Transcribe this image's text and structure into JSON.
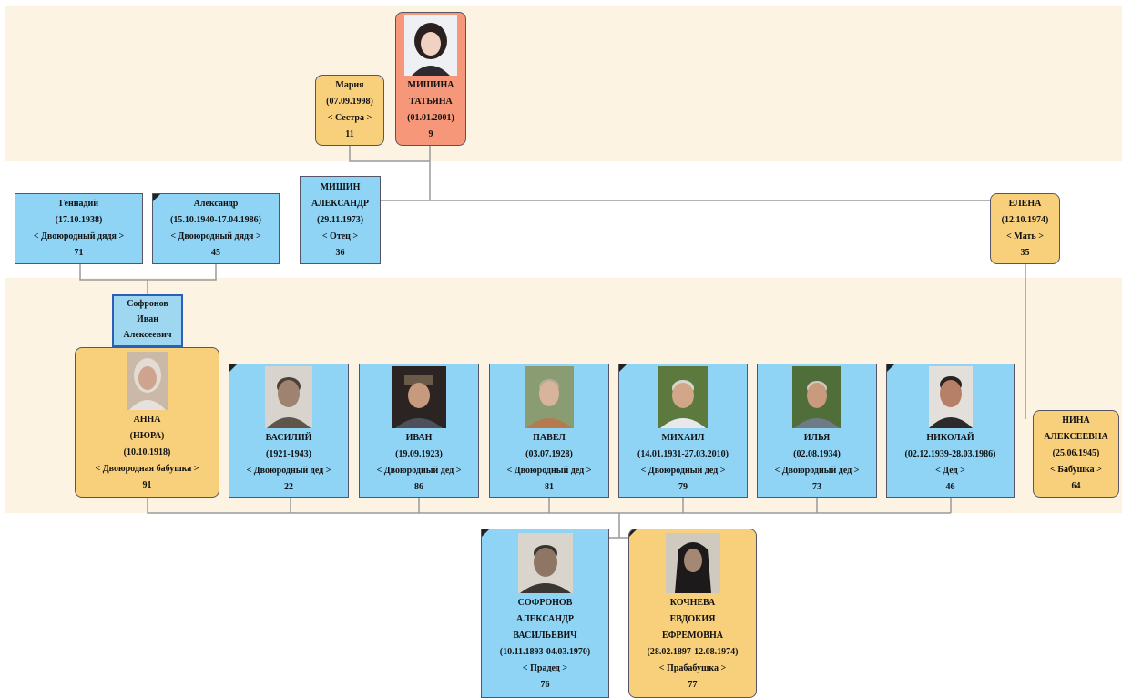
{
  "tree": {
    "people": {
      "maria": {
        "lines": [
          "Мария",
          "(07.09.1998)"
        ],
        "relation": "< Сестра >",
        "number": "11"
      },
      "tatyana": {
        "lines": [
          "МИШИНА",
          "ТАТЬЯНА",
          "(01.01.2001)"
        ],
        "relation": "",
        "number": "9"
      },
      "gennadiy": {
        "lines": [
          "Геннадий",
          "(17.10.1938)"
        ],
        "relation": "< Двоюродный дядя >",
        "number": "71"
      },
      "aleksandr": {
        "lines": [
          "Александр",
          "(15.10.1940-17.04.1986)"
        ],
        "relation": "< Двоюродный дядя >",
        "number": "45"
      },
      "mishin": {
        "lines": [
          "МИШИН",
          "АЛЕКСАНДР",
          "(29.11.1973)"
        ],
        "relation": "< Отец >",
        "number": "36"
      },
      "elena": {
        "lines": [
          "ЕЛЕНА",
          "(12.10.1974)"
        ],
        "relation": "< Мать >",
        "number": "35"
      },
      "sofronov_ivan": {
        "lines": [
          "Софронов",
          "Иван",
          "Алексеевич"
        ],
        "relation": "",
        "number": ""
      },
      "anna": {
        "lines": [
          "АННА",
          "(НЮРА)",
          "(10.10.1918)"
        ],
        "relation": "< Двоюродная бабушка >",
        "number": "91"
      },
      "vasiliy": {
        "lines": [
          "ВАСИЛИЙ",
          "(1921-1943)"
        ],
        "relation": "< Двоюродный дед >",
        "number": "22"
      },
      "ivan": {
        "lines": [
          "ИВАН",
          "(19.09.1923)"
        ],
        "relation": "< Двоюродный дед >",
        "number": "86"
      },
      "pavel": {
        "lines": [
          "ПАВЕЛ",
          "(03.07.1928)"
        ],
        "relation": "< Двоюродный дед >",
        "number": "81"
      },
      "mikhail": {
        "lines": [
          "МИХАИЛ",
          "(14.01.1931-27.03.2010)"
        ],
        "relation": "< Двоюродный дед >",
        "number": "79"
      },
      "ilya": {
        "lines": [
          "ИЛЬЯ",
          "(02.08.1934)"
        ],
        "relation": "< Двоюродный дед >",
        "number": "73"
      },
      "nikolay": {
        "lines": [
          "НИКОЛАЙ",
          "(02.12.1939-28.03.1986)"
        ],
        "relation": "< Дед >",
        "number": "46"
      },
      "nina": {
        "lines": [
          "НИНА",
          "АЛЕКСЕЕВНА",
          "(25.06.1945)"
        ],
        "relation": "< Бабушка >",
        "number": "64"
      },
      "sofronov_aleksandr": {
        "lines": [
          "СОФРОНОВ",
          "АЛЕКСАНДР",
          "ВАСИЛЬЕВИЧ",
          "(10.11.1893-04.03.1970)"
        ],
        "relation": "< Прадед >",
        "number": "76"
      },
      "kochneva": {
        "lines": [
          "КОЧНЕВА",
          "ЕВДОКИЯ",
          "ЕФРЕМОВНА",
          "(28.02.1897-12.08.1974)"
        ],
        "relation": "< Прабабушка >",
        "number": "77"
      }
    }
  }
}
